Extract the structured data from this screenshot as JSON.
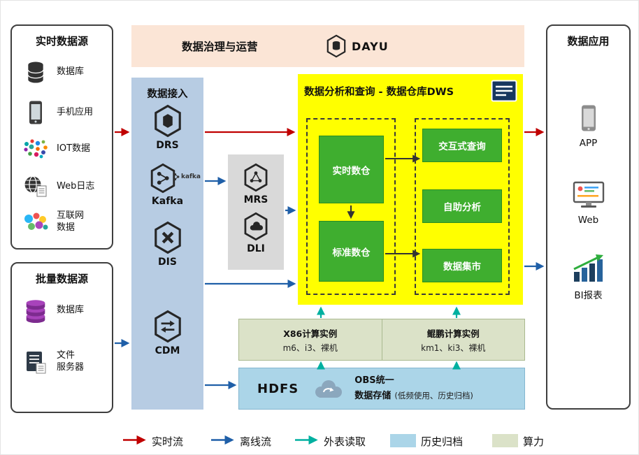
{
  "colors": {
    "realtime_flow": "#c00000",
    "offline_flow": "#1f5fa8",
    "external_read": "#00b0a0",
    "archive_fill": "#abd5e8",
    "compute_fill": "#dbe2c8",
    "dws_background": "#ffff00",
    "service_green": "#3fae2f",
    "access_column": "#b7cce3",
    "banner_fill": "#fbe5d6"
  },
  "governance_banner": {
    "title": "数据治理与运营",
    "logo_label": "DAYU"
  },
  "realtime_sources": {
    "title": "实时数据源",
    "items": [
      {
        "label": "数据库",
        "icon": "database-icon"
      },
      {
        "label": "手机应用",
        "icon": "phone-icon"
      },
      {
        "label": "IOT数据",
        "icon": "iot-icon"
      },
      {
        "label": "Web日志",
        "icon": "web-log-icon"
      },
      {
        "label": "互联网\n数据",
        "icon": "internet-data-icon"
      }
    ]
  },
  "batch_sources": {
    "title": "批量数据源",
    "items": [
      {
        "label": "数据库",
        "icon": "database-stack-icon"
      },
      {
        "label": "文件\n服务器",
        "icon": "file-server-icon"
      }
    ]
  },
  "data_access": {
    "title": "数据接入",
    "services": [
      {
        "label": "DRS"
      },
      {
        "label": "Kafka",
        "badge": "kafka"
      },
      {
        "label": "DIS"
      },
      {
        "label": "CDM"
      }
    ]
  },
  "big_data_services": {
    "services": [
      {
        "label": "MRS"
      },
      {
        "label": "DLI"
      }
    ]
  },
  "dws": {
    "title": "数据分析和查询 - 数据仓库DWS",
    "warehouses": [
      {
        "label": "实时数仓"
      },
      {
        "label": "标准数仓"
      }
    ],
    "analytics": [
      {
        "label": "交互式查询"
      },
      {
        "label": "自助分析"
      },
      {
        "label": "数据集市"
      }
    ]
  },
  "compute_instances": {
    "x86": {
      "title": "X86计算实例",
      "subtitle": "m6、i3、裸机"
    },
    "kunpeng": {
      "title": "鲲鹏计算实例",
      "subtitle": "km1、ki3、裸机"
    }
  },
  "storage": {
    "hdfs_label": "HDFS",
    "obs_line1": "OBS统一",
    "obs_line2": "数据存储",
    "note": "(低频使用、历史归档)"
  },
  "data_apps": {
    "title": "数据应用",
    "items": [
      {
        "label": "APP"
      },
      {
        "label": "Web"
      },
      {
        "label": "BI报表"
      }
    ]
  },
  "legend": {
    "items": [
      {
        "label": "实时流",
        "type": "arrow",
        "color": "#c00000"
      },
      {
        "label": "离线流",
        "type": "arrow",
        "color": "#1f5fa8"
      },
      {
        "label": "外表读取",
        "type": "arrow",
        "color": "#00b0a0"
      },
      {
        "label": "历史归档",
        "type": "swatch",
        "color": "#abd5e8"
      },
      {
        "label": "算力",
        "type": "swatch",
        "color": "#dbe2c8"
      }
    ]
  }
}
